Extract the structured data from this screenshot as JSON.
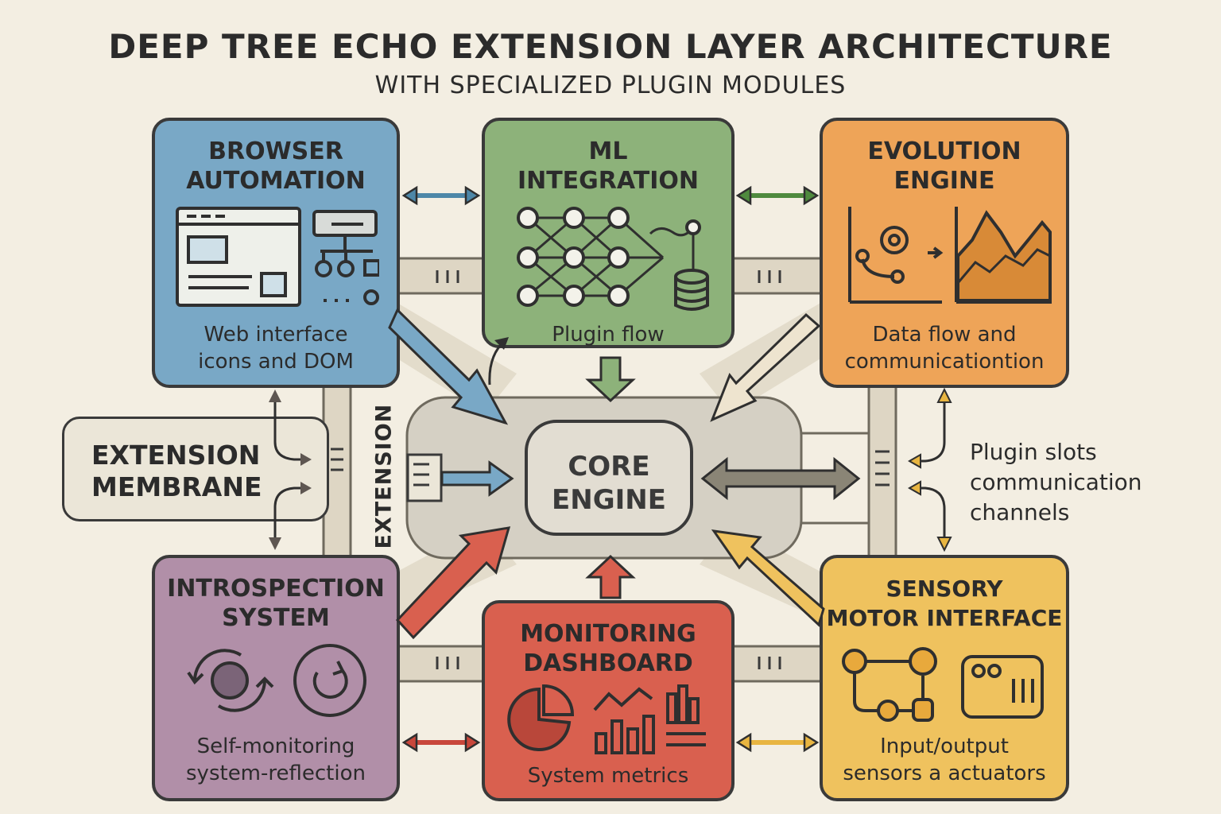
{
  "title": "DEEP TREE ECHO EXTENSION LAYER ARCHITECTURE",
  "subtitle": "WITH SPECIALIZED PLUGIN MODULES",
  "core": {
    "label": "CORE\nENGINE",
    "side_label": "EXTENSION"
  },
  "membrane": {
    "label": "EXTENSION\nMEMBRANE"
  },
  "plugin_slots": {
    "label": "Plugin slots\ncommunication\nchannels"
  },
  "modules": {
    "browser": {
      "title": "BROWSER\nAUTOMATION",
      "caption": "Web interface\nicons and DOM",
      "color": "#79a8c6"
    },
    "ml": {
      "title": "ML\nINTEGRATION",
      "caption": "Plugin flow",
      "color": "#8db27a"
    },
    "evolution": {
      "title": "EVOLUTION\nENGINE",
      "caption": "Data flow and\ncommunicationtion",
      "color": "#eea458"
    },
    "introspection": {
      "title": "INTROSPECTION\nSYSTEM",
      "caption": "Self-monitoring\nsystem-reflection",
      "color": "#b18fa8"
    },
    "monitoring": {
      "title": "MONITORING\nDASHBOARD",
      "caption": "System metrics",
      "color": "#d9604f"
    },
    "sensory": {
      "title": "SENSORY\nMOTOR INTERFACE",
      "caption": "Input/output\nsensors a actuators",
      "color": "#efc25e"
    }
  },
  "colors": {
    "background": "#f3eee2",
    "outline": "#3a3a3a",
    "core": "#d5d0c4",
    "channel": "#ded6c4",
    "membrane": "#ebe6d8"
  }
}
